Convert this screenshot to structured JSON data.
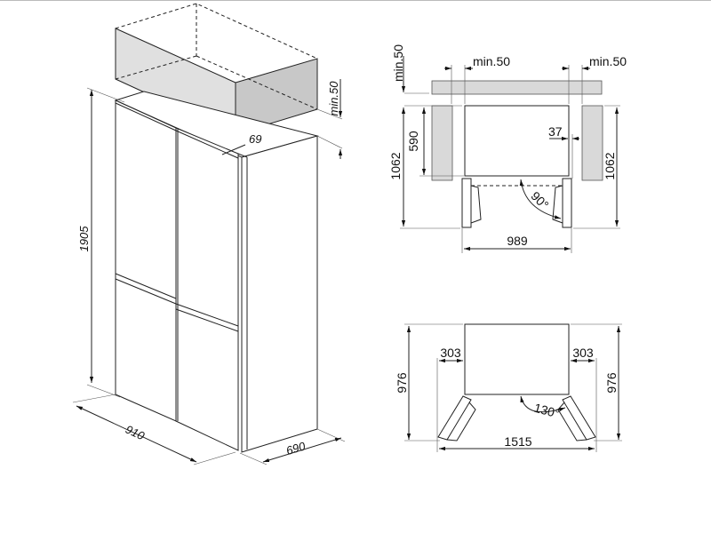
{
  "isometric_view": {
    "height": "1905",
    "width": "910",
    "depth": "690",
    "door_offset": "69",
    "top_clearance": "min.50"
  },
  "top_view_90": {
    "rear_clearance": "min.50",
    "left_side_clearance": "min.50",
    "right_side_clearance": "min.50",
    "cabinet_depth": "590",
    "depth_left": "1062",
    "depth_right": "1062",
    "hinge_offset": "37",
    "door_angle": "90°",
    "total_width": "989"
  },
  "top_view_130": {
    "depth_left": "976",
    "depth_right": "976",
    "door_left": "303",
    "door_right": "303",
    "door_angle": "130°",
    "total_width": "1515"
  },
  "colors": {
    "wall_fill": "#d9d9d9",
    "box_front": "#e0e0e0",
    "box_side": "#c8c8c8"
  }
}
